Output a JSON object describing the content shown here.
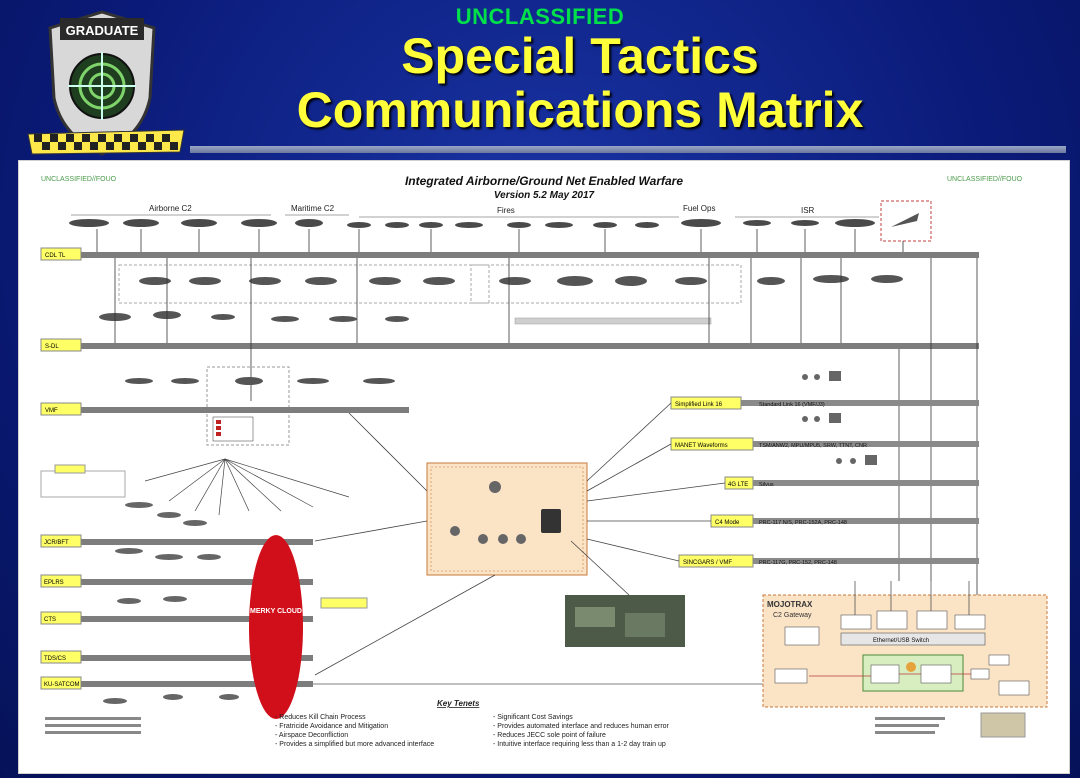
{
  "header": {
    "classification": "UNCLASSIFIED",
    "title_line1": "Special Tactics",
    "title_line2": "Communications Matrix",
    "logo_text": "GRADUATE"
  },
  "diagram": {
    "title": "Integrated Airborne/Ground Net Enabled Warfare",
    "version": "Version 5.2  May 2017",
    "marking_left": "UNCLASSIFIED//FOUO",
    "marking_right": "UNCLASSIFIED//FOUO",
    "groups": [
      "Airborne C2",
      "Maritime C2",
      "Fires",
      "Fuel Ops",
      "ISR"
    ],
    "nets": [
      "CDL TL",
      "S-DL",
      "VMF",
      "JCR/BFT",
      "EPLRS",
      "CTS",
      "TDS/CS",
      "KU-SATCOM"
    ],
    "boxes": [
      "Simplified Link 16",
      "MANET Waveforms",
      "4G LTE",
      "C4 Mode",
      "SINCGARS / VMF"
    ],
    "box_labels": [
      "Standard Link 16 (VMF/J3)",
      "TSM/ANW2, MPU/MPU5, SRW, TTNT, CNR",
      "Silvus",
      "PRC-117 N/S, PRC-152A, PRC-148",
      "PRC-117G, PRC-152, PRC-148"
    ],
    "cloud_label": "MERKY CLOUD",
    "gateway": {
      "title": "MOJOTRAX",
      "subtitle": "C2 Gateway",
      "switch_label": "Ethernet/USB Switch"
    },
    "key_tenets_title": "Key Tenets",
    "tenets_left": [
      "- Reduces Kill Chain Process",
      "- Fratricide Avoidance and Mitigation",
      "- Airspace Deconfliction",
      "- Provides a simplified but more advanced interface"
    ],
    "tenets_right": [
      "- Significant Cost Savings",
      "- Provides automated interface and reduces human error",
      "- Reduces JECC sole point of failure",
      "- Intuitive interface requiring less than a 1-2 day train up"
    ]
  },
  "colors": {
    "title_yellow": "#ffff3a",
    "classif_green": "#00e04a",
    "bg_blue": "#0a1a78",
    "highlight": "#ffff66",
    "cloud_red": "#d10f1a",
    "panel_orange": "#fbe3c6"
  }
}
